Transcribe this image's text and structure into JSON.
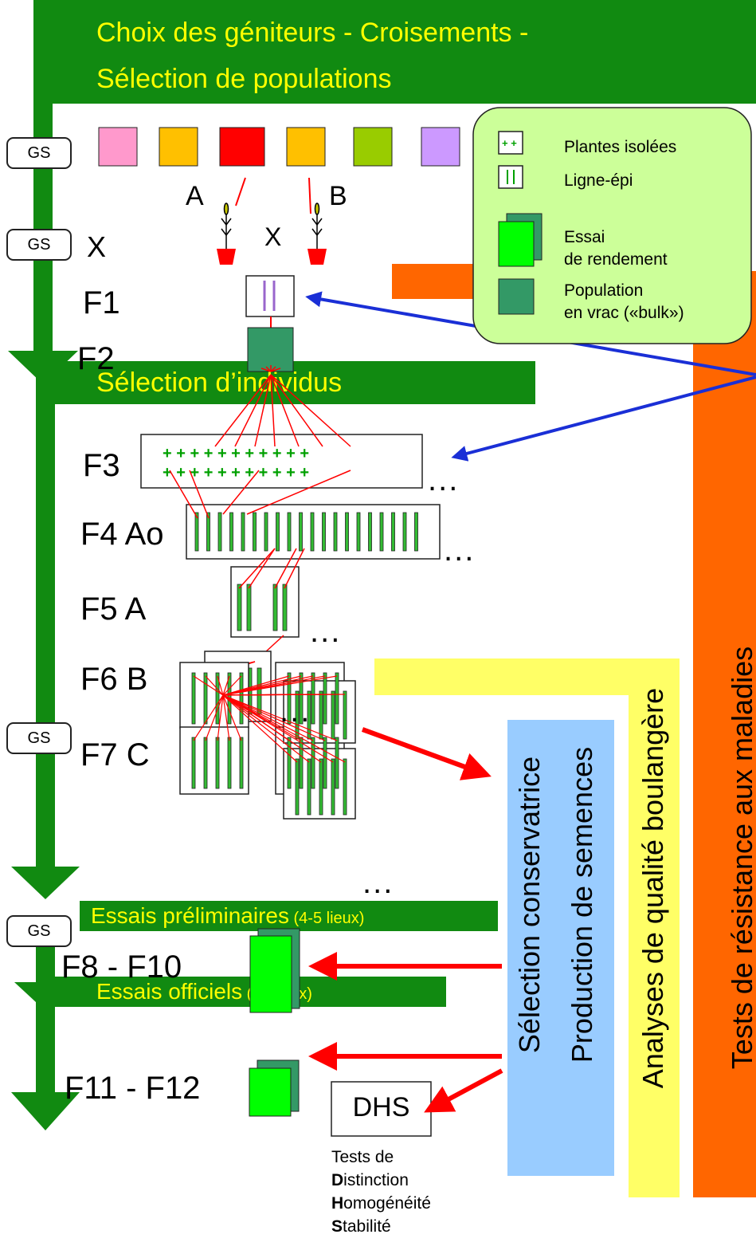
{
  "banners": {
    "top_line1": "Choix des géniteurs  - Croisements -",
    "top_line2": "Sélection de populations",
    "individus": "Sélection d’individus",
    "prelim_main": "Essais préliminaires",
    "prelim_sub": " (4-5 lieux)",
    "officiels_main": "Essais officiels",
    "officiels_sub": " (10 lieux)"
  },
  "gs_label": "GS",
  "parents": {
    "a": "A",
    "b": "B",
    "cross_left": "X",
    "cross_mid": "X"
  },
  "generations": {
    "f1": "F1",
    "f2": "F2",
    "f3": "F3",
    "f4": "F4 Ao",
    "f5": "F5 A",
    "f6": "F6 B",
    "f7": "F7 C",
    "f8": "F8 - F10",
    "f11": "F11 - F12"
  },
  "ellipsis": "...",
  "legend": {
    "plantes": "Plantes isolées",
    "ligne": "Ligne-épi",
    "essai_1": "Essai",
    "essai_2": "de rendement",
    "pop_1": "Population",
    "pop_2": "en vrac («bulk»)"
  },
  "dhs": {
    "box": "DHS",
    "line1": "Tests de",
    "d_bold": "D",
    "d_rest": "istinction",
    "h_bold": "H",
    "h_rest": "omogénéité",
    "s_bold": "S",
    "s_rest": "tabilité"
  },
  "vertical": {
    "selection": "Sélection conservatrice",
    "production": "Production de semences",
    "analyses": "Analyses de qualité boulangère",
    "tests": "Tests de résistance aux maladies"
  },
  "colors": {
    "band_green": "#118a11",
    "band_text": "#ffff00",
    "orange": "#ff6600",
    "yellow": "#ffff66",
    "blue_panel": "#99ccff",
    "legend_bg": "#ccff99",
    "line_red": "#ff0000",
    "arrow_blue": "#1a2fd6",
    "bulk_green": "#339966",
    "trial_green": "#00ff00",
    "parents": [
      "#ff99cc",
      "#ffc000",
      "#ff0000",
      "#ffc000",
      "#99cc00",
      "#cc99ff"
    ]
  }
}
